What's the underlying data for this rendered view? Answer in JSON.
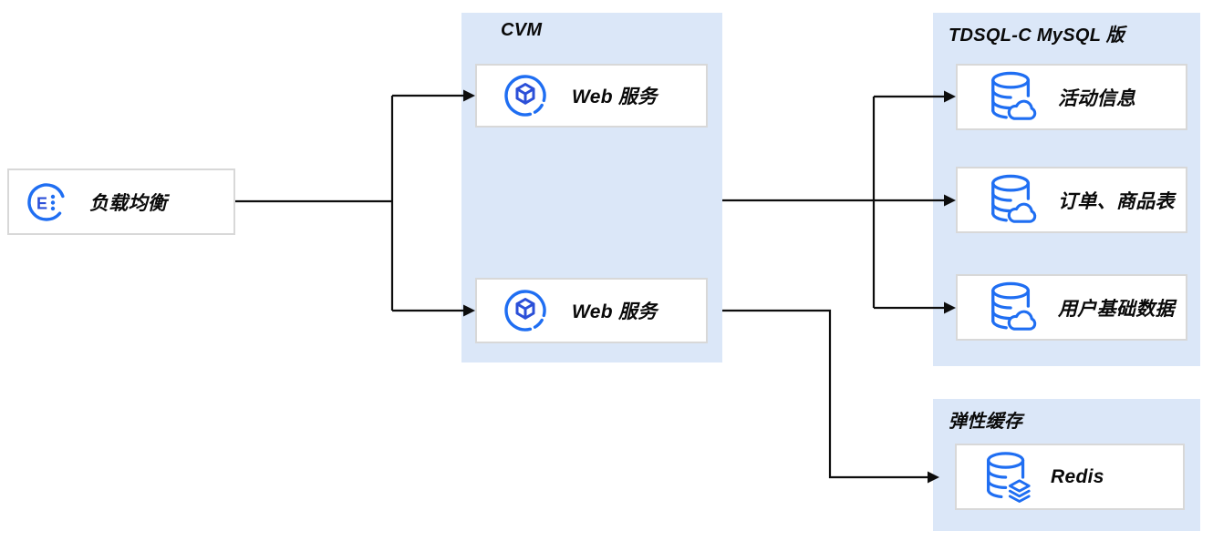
{
  "lb": {
    "label": "负载均衡"
  },
  "cvm": {
    "title": "CVM",
    "items": [
      {
        "label": "Web 服务"
      },
      {
        "label": "Web 服务"
      }
    ]
  },
  "tdsql": {
    "title": "TDSQL-C MySQL 版",
    "items": [
      {
        "label": "活动信息"
      },
      {
        "label": "订单、商品表"
      },
      {
        "label": "用户基础数据"
      }
    ]
  },
  "cache": {
    "title": "弹性缓存",
    "items": [
      {
        "label": "Redis"
      }
    ]
  },
  "connections": [
    {
      "from": "负载均衡",
      "to": "Web 服务 #1"
    },
    {
      "from": "负载均衡",
      "to": "Web 服务 #2"
    },
    {
      "from": "CVM",
      "to": "活动信息"
    },
    {
      "from": "CVM",
      "to": "订单、商品表"
    },
    {
      "from": "CVM",
      "to": "用户基础数据"
    },
    {
      "from": "Web 服务 #2",
      "to": "Redis"
    }
  ],
  "colors": {
    "group_bg": "#dbe7f8",
    "node_border": "#d8d8d8",
    "icon_blue": "#1f6ef2",
    "icon_blue_dark": "#2b4fd8",
    "line": "#0d0d0d",
    "text": "#0a0a0a"
  }
}
